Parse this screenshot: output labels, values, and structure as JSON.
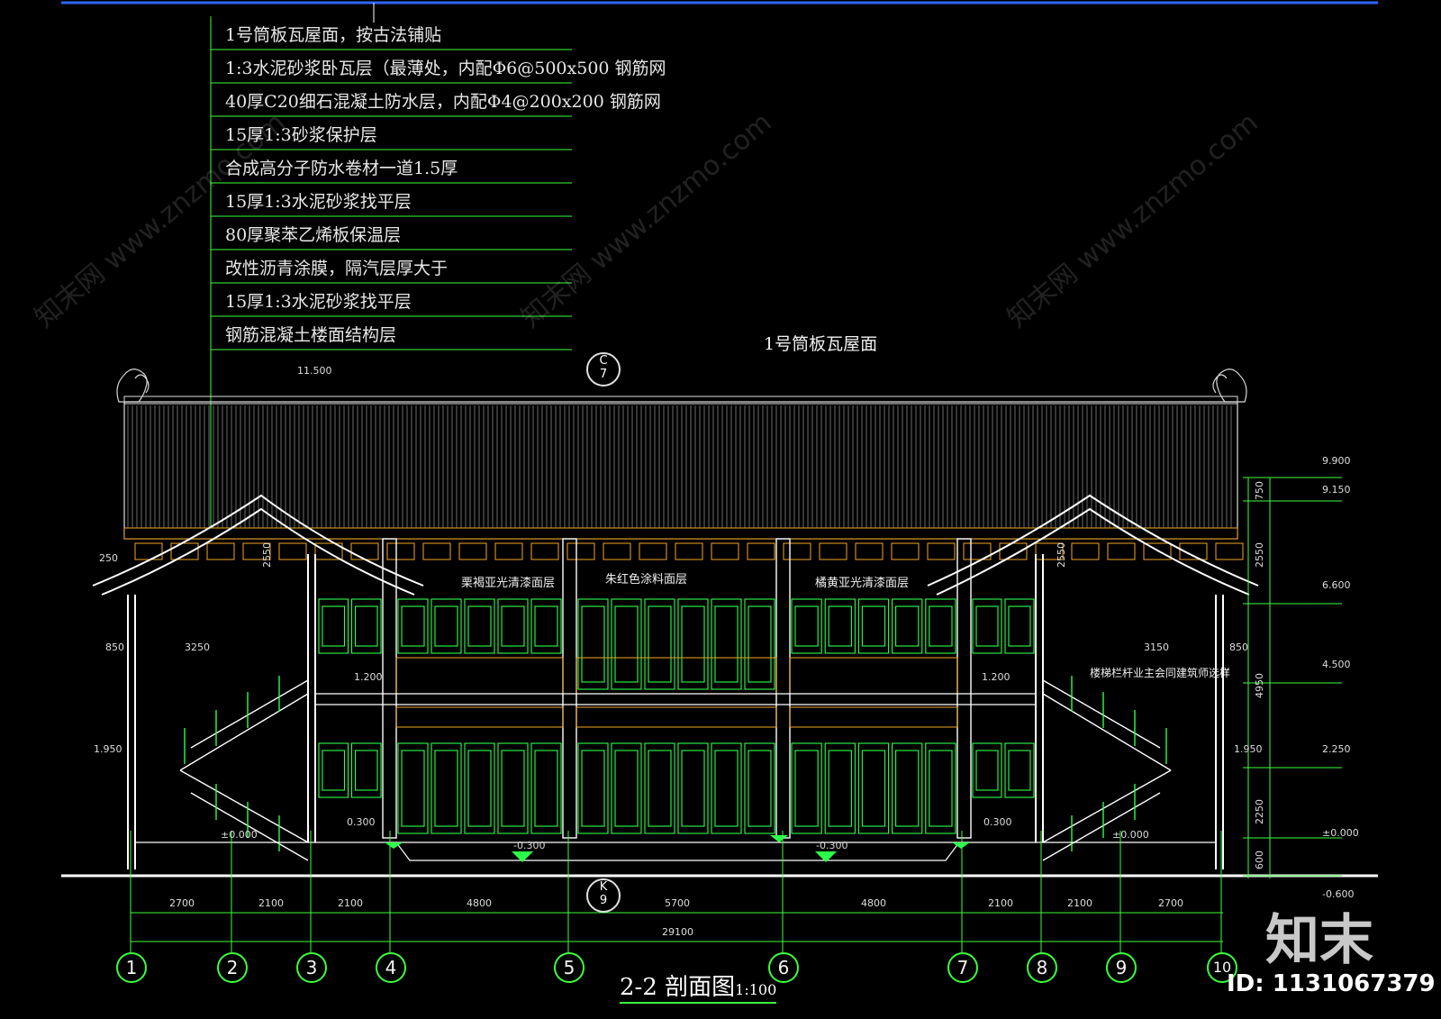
{
  "notes": [
    "1号筒板瓦屋面，按古法铺贴",
    "1:3水泥砂浆卧瓦层（最薄处，内配Φ6@500x500 钢筋网",
    "40厚C20细石混凝土防水层，内配Φ4@200x200 钢筋网",
    "15厚1:3砂浆保护层",
    "合成高分子防水卷材一道1.5厚",
    "15厚1:3水泥砂浆找平层",
    "80厚聚苯乙烯板保温层",
    "改性沥青涂膜，隔汽层厚大于",
    "15厚1:3水泥砂浆找平层",
    "钢筋混凝土楼面结构层"
  ],
  "labels": {
    "roof": "1号筒板瓦屋面",
    "paint_left": "栗褐亚光清漆面层",
    "paint_mid": "朱红色涂料面层",
    "paint_right": "橘黄亚光清漆面层",
    "railing": "楼梯栏杆业主会同建筑师选样"
  },
  "section_tags": {
    "top": {
      "upper": "C",
      "lower": "7"
    },
    "bottom": {
      "upper": "K",
      "lower": "9"
    }
  },
  "elevations": {
    "roof_left": "11.500",
    "right_top": "9.900",
    "right_2": "9.150",
    "right_3": "6.600",
    "right_4": "4.500",
    "right_5": "2.250",
    "right_6": "±0.000",
    "right_7": "-0.600",
    "left_landing": "1.950",
    "left_mid": "1.200",
    "left_floor": "0.300",
    "left_ground": "±0.000",
    "center_left": "-0.300",
    "center_right": "-0.300",
    "right_mid": "1.200",
    "right_landing": "1.950",
    "right_floor": "0.300",
    "right_ground": "±0.000"
  },
  "dims_horizontal": {
    "spans": [
      "2700",
      "2100",
      "2100",
      "4800",
      "5700",
      "4800",
      "2100",
      "2100",
      "2700"
    ],
    "total": "29100",
    "left_eave": "850",
    "left_span": "3250",
    "right_span": "3150",
    "right_eave": "850"
  },
  "dims_vertical": {
    "right": [
      "750",
      "2550",
      "4950",
      "2250",
      "600"
    ],
    "left_eave": "2550",
    "right_eave": "2550",
    "eave_small": "250"
  },
  "axes": [
    "1",
    "2",
    "3",
    "4",
    "5",
    "6",
    "7",
    "8",
    "9",
    "10"
  ],
  "title": {
    "main": "2-2 剖面图",
    "scale": "1:100"
  },
  "watermark": {
    "logo": "知末",
    "id": "ID: 1131067379",
    "site": "知末网 www.znzmo.com"
  },
  "colors": {
    "background": "#000000",
    "structure": "#ffffff",
    "window_frame": "#2cff4a",
    "bracket": "#f5a623",
    "axis_line": "#3cff3c",
    "top_rule": "#2e64ff"
  }
}
